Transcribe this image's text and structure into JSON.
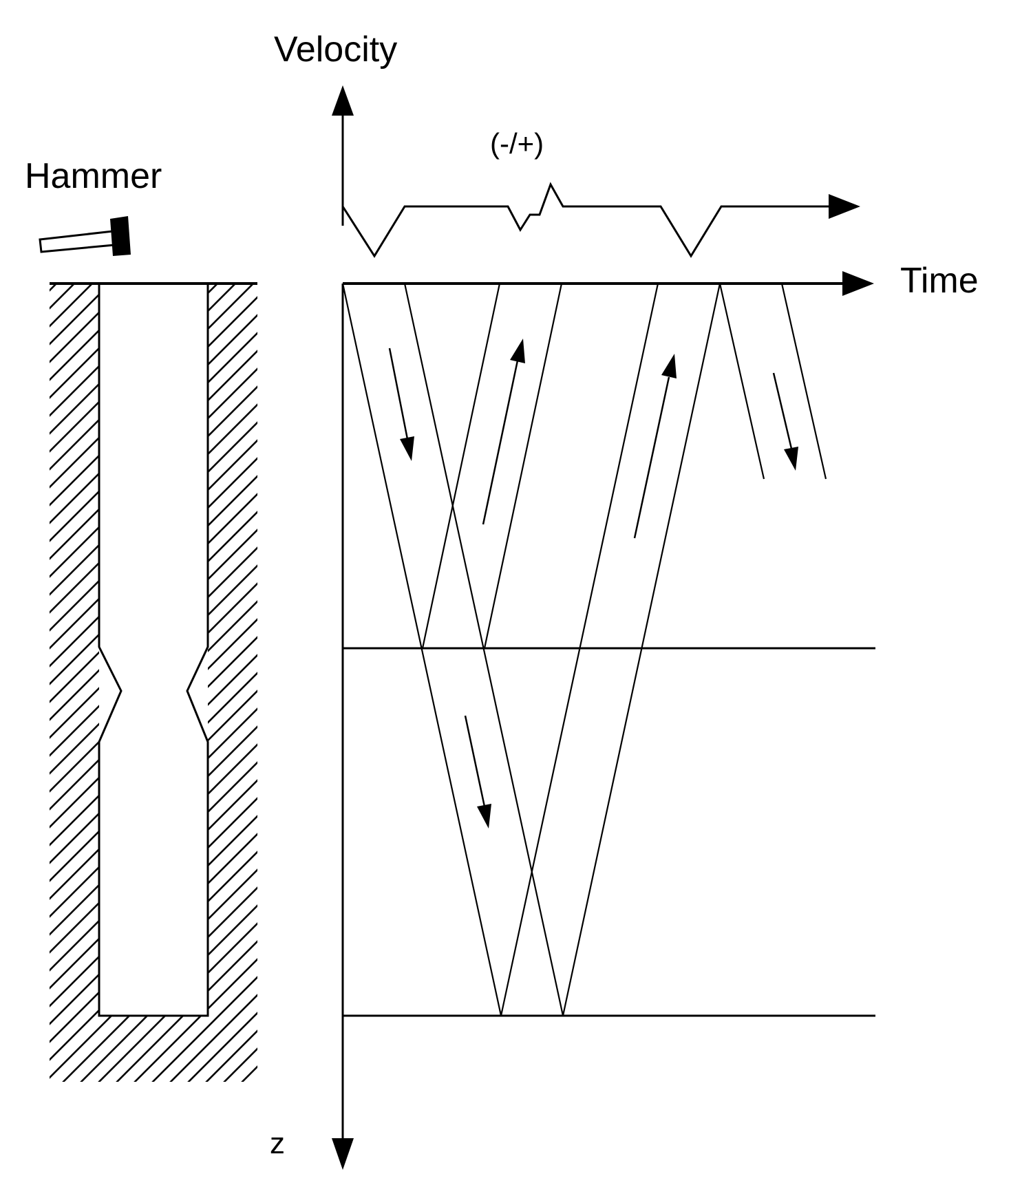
{
  "labels": {
    "velocity": "Velocity",
    "hammer": "Hammer",
    "reflection_sign": "(-/+)",
    "time": "Time",
    "depth": "z"
  },
  "colors": {
    "line": "#000000",
    "background": "#ffffff"
  },
  "icons": {
    "hammer": "hammer-icon"
  }
}
